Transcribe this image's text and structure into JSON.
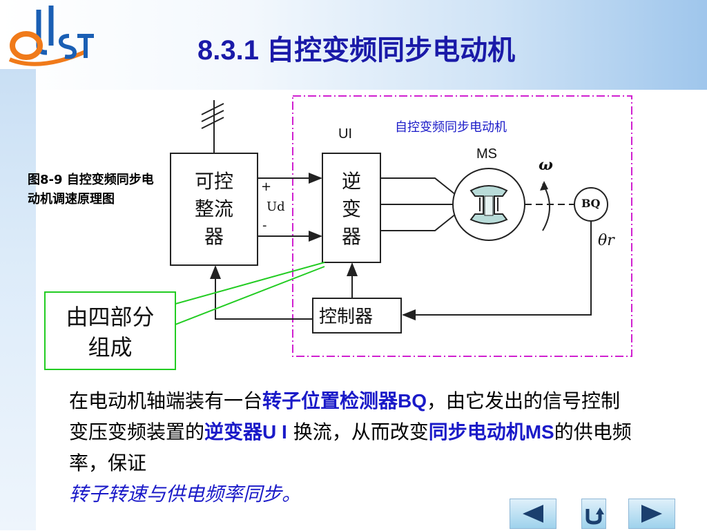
{
  "slide": {
    "title": "8.3.1 自控变频同步电动机",
    "logo_text": "QUST"
  },
  "figure": {
    "caption": "图8-9 自控变频同步电动机调速原理图",
    "boundary_label": "自控变频同步电动机",
    "rectifier": [
      "可控",
      "整流",
      "器"
    ],
    "inverter": [
      "逆",
      "变",
      "器"
    ],
    "controller": "控制器",
    "inverter_tag": "UI",
    "motor_tag": "MS",
    "sensor_tag": "BQ",
    "omega": "ω",
    "theta": "θr",
    "dc_plus": "+",
    "dc_label": "Ud",
    "dc_minus": "-",
    "callout": [
      "由四部分",
      "组成"
    ]
  },
  "paragraph": {
    "p1": "在电动机轴端装有一台",
    "h1": "转子位置检测器BQ",
    "p2": "，由它发出的信号控制变压变频装置的",
    "h2": "逆变器U I",
    "p3": " 换流，从而改变",
    "h3": "同步电动机MS",
    "p4": "的供电频率，保证",
    "h4": "转子转速与供电频率同步。"
  },
  "nav": {
    "prev_icon": "triangle-left-icon",
    "return_icon": "return-arrow-icon",
    "next_icon": "triangle-right-icon"
  },
  "colors": {
    "title": "#1a1aa8",
    "highlight": "#1a1ac8",
    "dashed_boundary": "#d020d0",
    "callout_border": "#22cc22",
    "boundary_label": "#1a1ac8"
  }
}
